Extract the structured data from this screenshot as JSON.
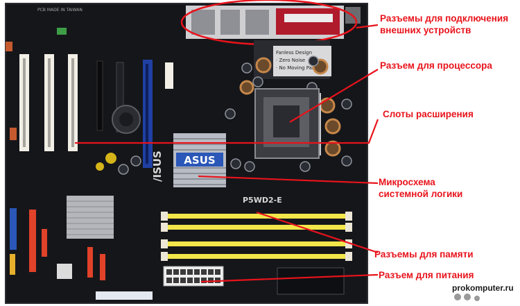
{
  "board": {
    "brand": "ASUS",
    "model": "P5WD2-E",
    "side_brand": "/ISUS",
    "silk_made": "PCB MADE IN TAIWAN",
    "fan_label_line1": "Fanless Design",
    "fan_label_line2": "· Zero Noise",
    "fan_label_line3": "· No Moving Part",
    "colors": {
      "pcb": "#15161a",
      "annotation": "#e8131b",
      "pci_slot": "#f1efe6",
      "pcie_slot": "#1f3fa3",
      "dimm_slot": "#f2e64a",
      "heatsink": "#b8bcc4"
    }
  },
  "labels": {
    "external_connectors_1": "Разъемы для подключения",
    "external_connectors_2": "внешних устройств",
    "cpu_socket": "Разъем для процессора",
    "expansion_slots": "Слоты расширения",
    "chipset_1": "Микросхема",
    "chipset_2": "системной логики",
    "memory_slots": "Разъемы для памяти",
    "power_connector": "Разъем для питания"
  },
  "watermark": "prokomputer.ru"
}
